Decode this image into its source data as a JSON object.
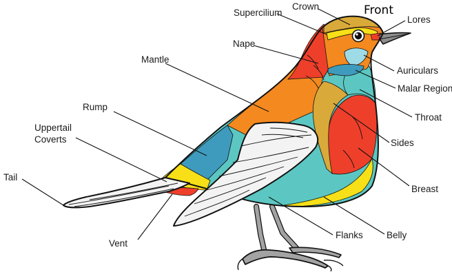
{
  "diagram": {
    "title": "Front",
    "labels": {
      "crown": "Crown",
      "supercilium": "Supercilium",
      "lores": "Lores",
      "nape": "Nape",
      "auriculars": "Auriculars",
      "mantle": "Mantle",
      "malar_region": "Malar Region",
      "rump": "Rump",
      "throat": "Throat",
      "uppertail_coverts_line1": "Uppertail",
      "uppertail_coverts_line2": "Coverts",
      "sides": "Sides",
      "tail": "Tail",
      "breast": "Breast",
      "vent": "Vent",
      "flanks": "Flanks",
      "belly": "Belly"
    },
    "colors": {
      "orange": "#f4891f",
      "red": "#ee3f2b",
      "teal": "#5cc7c2",
      "blue": "#3f9bbd",
      "yellow": "#f7e017",
      "tan": "#d9a93a",
      "light_blue": "#9fdbe6",
      "wing_white": "#f3f3f3",
      "legs": "#a3a3a3",
      "outline": "#111111"
    }
  }
}
